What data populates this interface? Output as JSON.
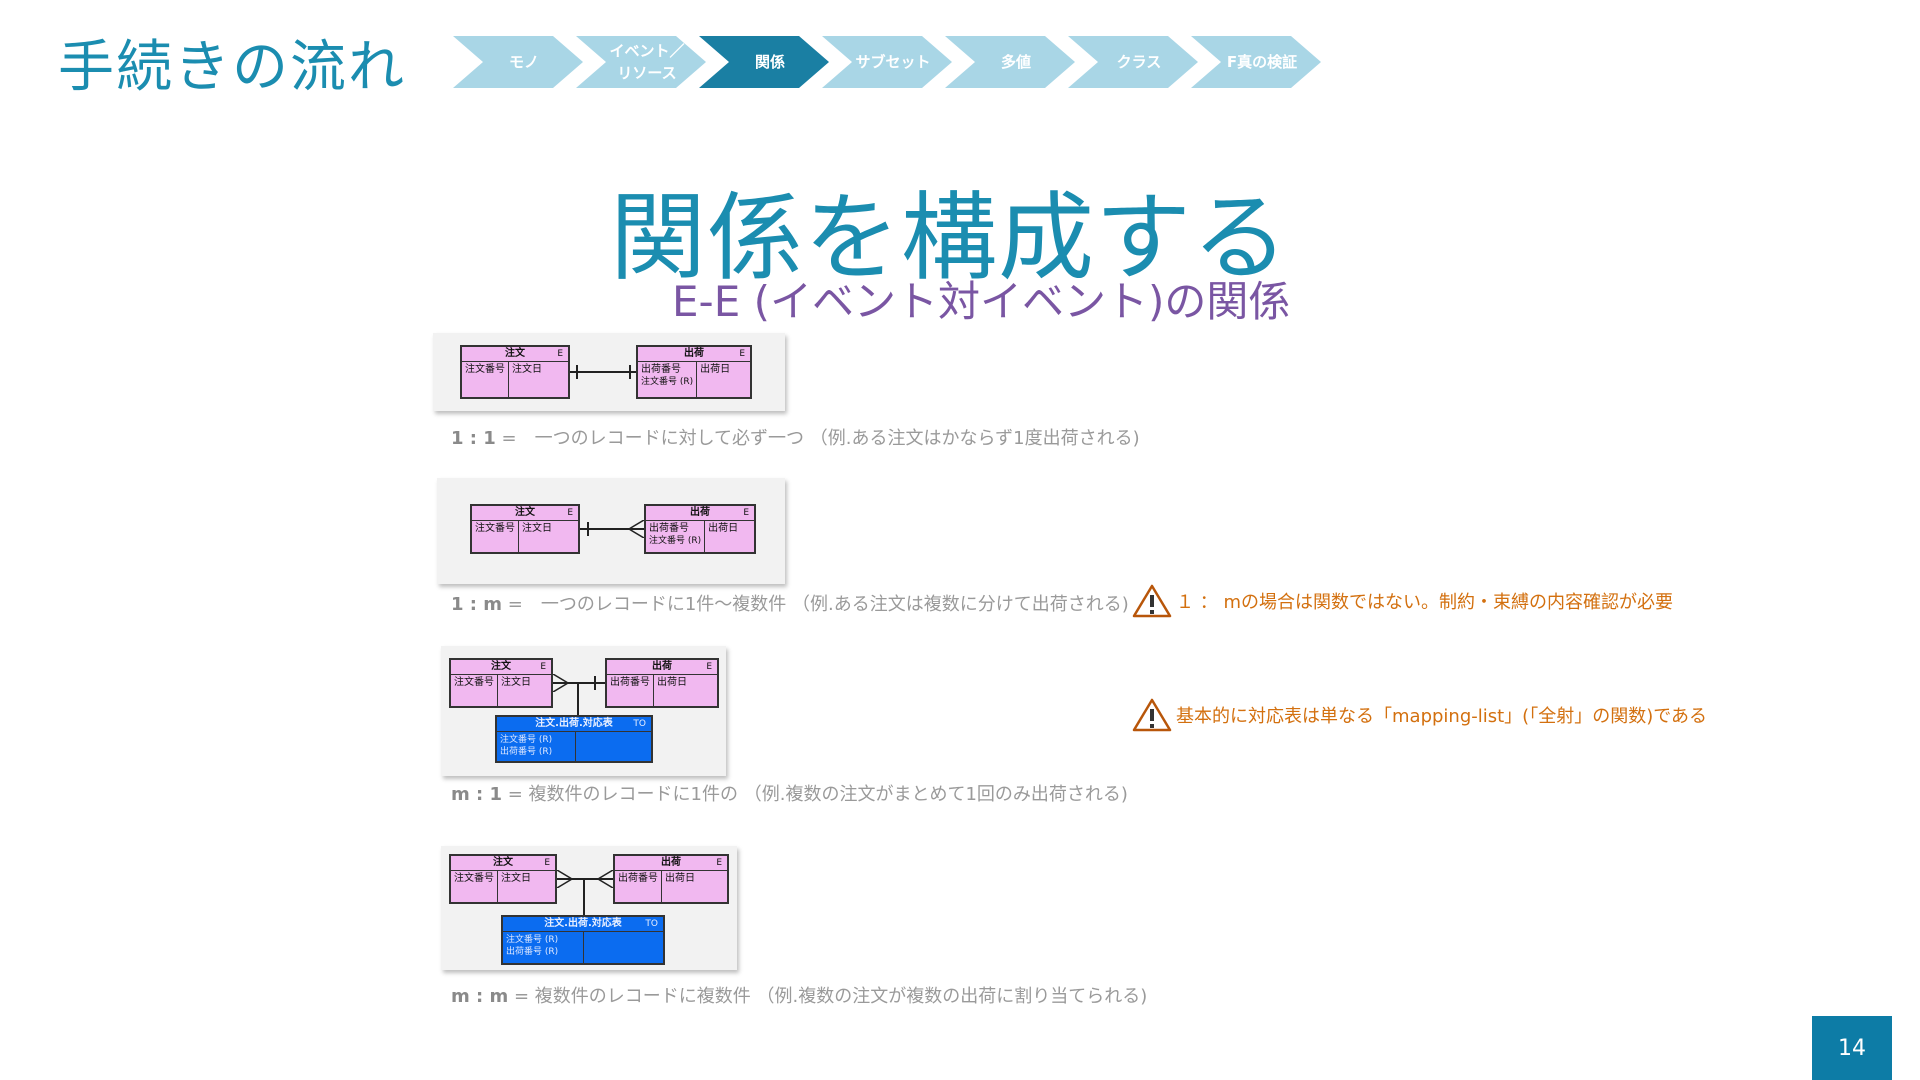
{
  "header": {
    "title": "手続きの流れ"
  },
  "steps": [
    {
      "label": "モノ",
      "active": false
    },
    {
      "label": "イベント／\nリソース",
      "active": false
    },
    {
      "label": "関係",
      "active": true
    },
    {
      "label": "サブセット",
      "active": false
    },
    {
      "label": "多値",
      "active": false
    },
    {
      "label": "クラス",
      "active": false
    },
    {
      "label": "F真の検証",
      "active": false
    }
  ],
  "main": {
    "title": "関係を構成する",
    "subtitle": "E-E (イベント対イベント)の関係"
  },
  "diagrams": {
    "entity_order": {
      "name": "注文",
      "code": "E",
      "col1": "注文番号",
      "col2": "注文日"
    },
    "entity_shipment": {
      "name": "出荷",
      "code": "E",
      "col1": "出荷番号",
      "col1b": "注文番号 (R)",
      "col2": "出荷日"
    },
    "entity_map": {
      "name": "注文.出荷.対応表",
      "code": "TO",
      "col1": "注文番号 (R)",
      "col1b": "出荷番号 (R)"
    }
  },
  "relations": [
    {
      "kind": "1 : 1",
      "text": "=　一つのレコードに対して必ず一つ （例.ある注文はかならず1度出荷される)"
    },
    {
      "kind": "1 : m",
      "text": "=　一つのレコードに1件～複数件 （例.ある注文は複数に分けて出荷される)"
    },
    {
      "kind": "m : 1",
      "text": "= 複数件のレコードに1件の （例.複数の注文がまとめて1回のみ出荷される)"
    },
    {
      "kind": "m : m",
      "text": "= 複数件のレコードに複数件 （例.複数の注文が複数の出荷に割り当てられる)"
    }
  ],
  "warnings": [
    {
      "icon": "warning-triangle-icon",
      "text": "１ ： mの場合は関数ではない。制約・束縛の内容確認が必要"
    },
    {
      "icon": "warning-triangle-icon",
      "text": "基本的に対応表は単なる「mapping-list」(「全射」の関数)である"
    }
  ],
  "footer": {
    "page_number": "14"
  },
  "colors": {
    "accent": "#1b8db0",
    "subtitle": "#7a56a3",
    "warning": "#d3700f",
    "entity_fill": "#f1b8f0",
    "map_fill": "#0b6cf0"
  }
}
